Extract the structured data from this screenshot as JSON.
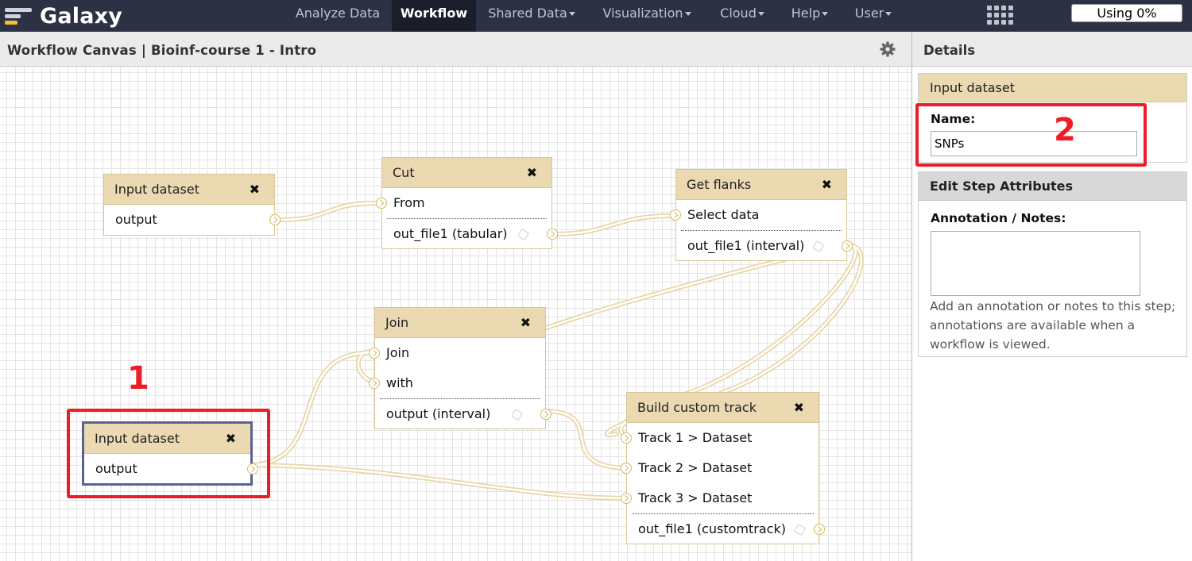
{
  "brand": {
    "name": "Galaxy"
  },
  "nav": {
    "items": [
      {
        "label": "Analyze Data",
        "dropdown": false,
        "active": false
      },
      {
        "label": "Workflow",
        "dropdown": false,
        "active": true
      },
      {
        "label": "Shared Data",
        "dropdown": true,
        "active": false
      },
      {
        "label": "Visualization",
        "dropdown": true,
        "active": false
      },
      {
        "label": "Cloud",
        "dropdown": true,
        "active": false
      },
      {
        "label": "Help",
        "dropdown": true,
        "active": false
      },
      {
        "label": "User",
        "dropdown": true,
        "active": false
      }
    ],
    "quota": "Using 0%"
  },
  "center": {
    "title": "Workflow Canvas | Bioinf-course 1 - Intro"
  },
  "nodes": {
    "input1": {
      "title": "Input dataset",
      "output": "output"
    },
    "cut": {
      "title": "Cut",
      "input": "From",
      "output": "out_file1 (tabular)"
    },
    "flanks": {
      "title": "Get flanks",
      "input": "Select data",
      "output": "out_file1 (interval)"
    },
    "join": {
      "title": "Join",
      "input1": "Join",
      "input2": "with",
      "output": "output (interval)"
    },
    "input2": {
      "title": "Input dataset",
      "output": "output"
    },
    "track": {
      "title": "Build custom track",
      "input1": "Track 1 > Dataset",
      "input2": "Track 2 > Dataset",
      "input3": "Track 3 > Dataset",
      "output": "out_file1 (customtrack)"
    },
    "close_glyph": "✖"
  },
  "annotations": {
    "one": "1",
    "two": "2"
  },
  "details": {
    "title": "Details",
    "input_box": {
      "title": "Input dataset",
      "name_label": "Name:",
      "name_value": "SNPs"
    },
    "attr_box": {
      "title": "Edit Step Attributes",
      "annotation_label": "Annotation / Notes:",
      "annotation_value": "",
      "help": "Add an annotation or notes to this step; annotations are available when a workflow is viewed."
    }
  },
  "colors": {
    "masthead": "#2c3143",
    "node_header": "#ebd9b2",
    "wire": "#e9d6a8",
    "highlight": "#ee1c24",
    "selected_border": "#5a6290"
  }
}
